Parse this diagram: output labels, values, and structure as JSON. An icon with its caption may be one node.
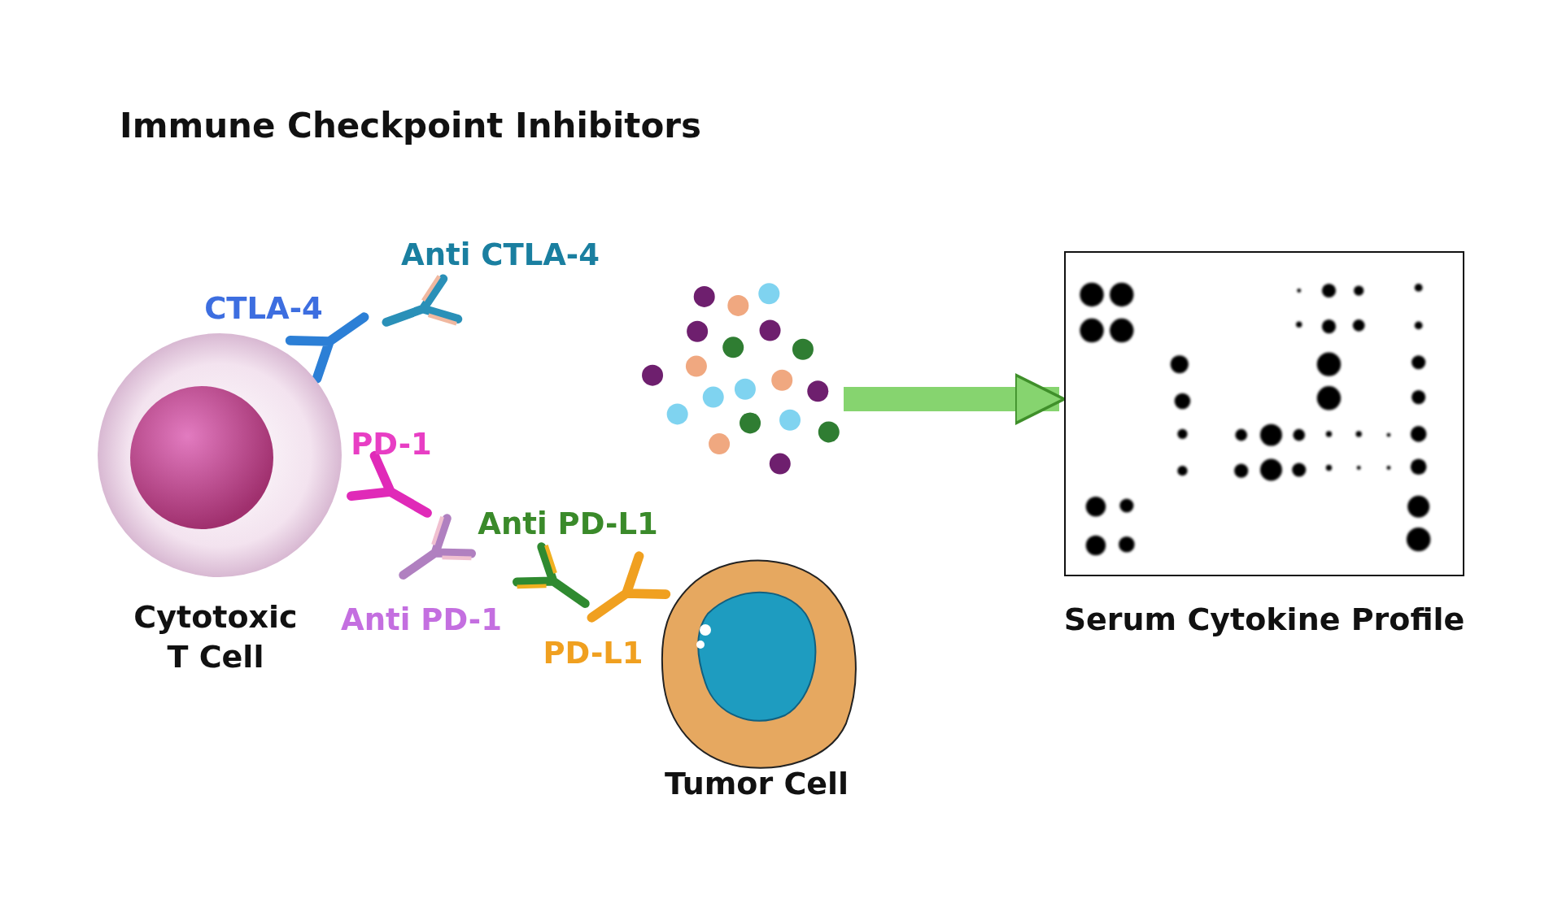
{
  "diagram": {
    "title": "Immune Checkpoint Inhibitors",
    "nodes": [
      {
        "text": [
          "Cytotoxic T Cell"
        ]
      },
      {
        "text": [
          "Tumor Cell"
        ]
      },
      {
        "text": [],
        "shape": "picture"
      },
      {
        "text": [
          "Serum Cytokine Profile"
        ]
      }
    ],
    "edges": [
      {
        "from": 2,
        "to": 3,
        "arrow": "to"
      }
    ],
    "labels": [
      "Anti CTLA-4",
      "CTLA-4",
      "PD-1",
      "Anti PD-L1",
      "Anti PD-1",
      "PD-L1"
    ]
  }
}
